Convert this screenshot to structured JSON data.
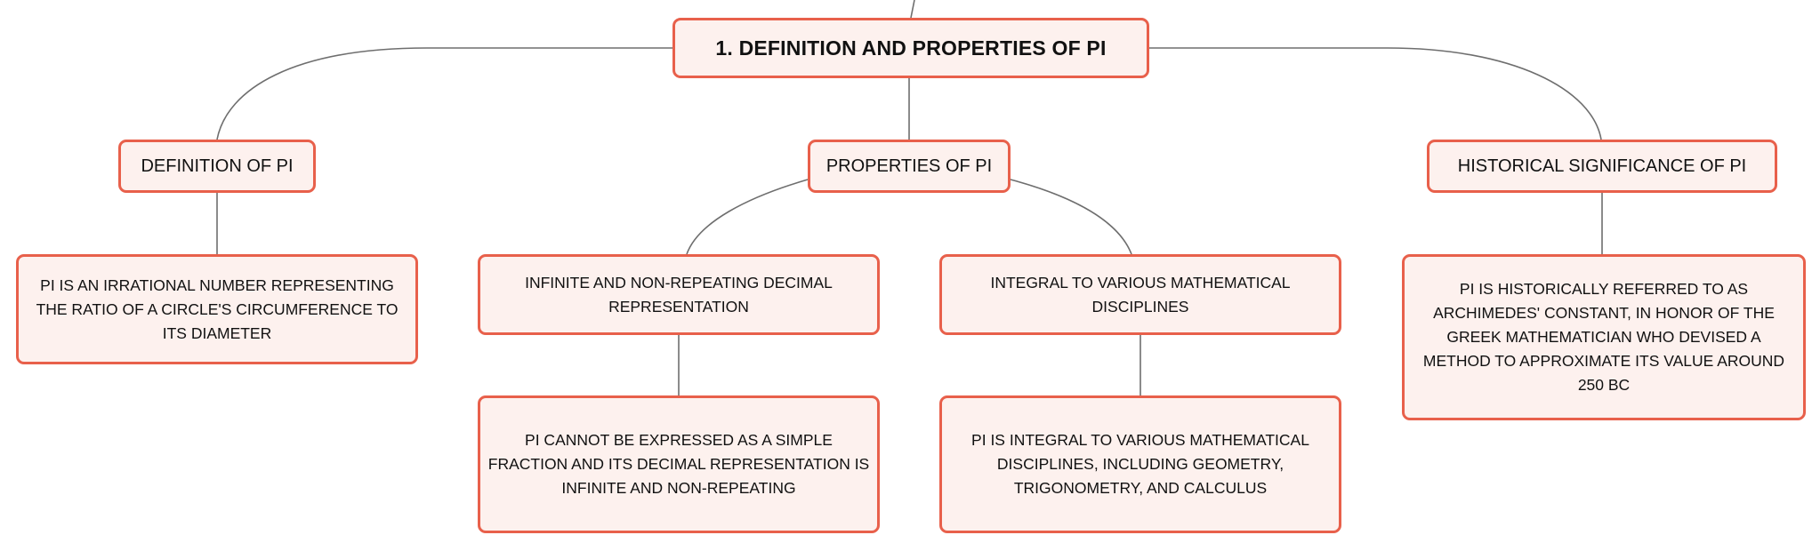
{
  "root": {
    "label": "1. DEFINITION AND PROPERTIES OF PI"
  },
  "branches": {
    "definition": {
      "label": "DEFINITION OF PI",
      "detail": "PI IS AN IRRATIONAL NUMBER REPRESENTING THE RATIO OF A CIRCLE'S CIRCUMFERENCE TO ITS DIAMETER"
    },
    "properties": {
      "label": "PROPERTIES OF PI",
      "children": [
        {
          "label": "INFINITE AND NON-REPEATING DECIMAL REPRESENTATION",
          "detail": "PI CANNOT BE EXPRESSED AS A SIMPLE FRACTION AND ITS DECIMAL REPRESENTATION IS INFINITE AND NON-REPEATING"
        },
        {
          "label": "INTEGRAL TO VARIOUS MATHEMATICAL DISCIPLINES",
          "detail": "PI IS INTEGRAL TO VARIOUS MATHEMATICAL DISCIPLINES, INCLUDING GEOMETRY, TRIGONOMETRY, AND CALCULUS"
        }
      ]
    },
    "historical": {
      "label": "HISTORICAL SIGNIFICANCE OF PI",
      "detail": "PI IS HISTORICALLY REFERRED TO AS ARCHIMEDES' CONSTANT, IN HONOR OF THE GREEK MATHEMATICIAN WHO DEVISED A METHOD TO APPROXIMATE ITS VALUE AROUND 250 BC"
    }
  },
  "colors": {
    "node_border": "#e8604b",
    "node_fill": "#fdf1ee",
    "connector": "#6e6e6e",
    "text": "#111111"
  }
}
